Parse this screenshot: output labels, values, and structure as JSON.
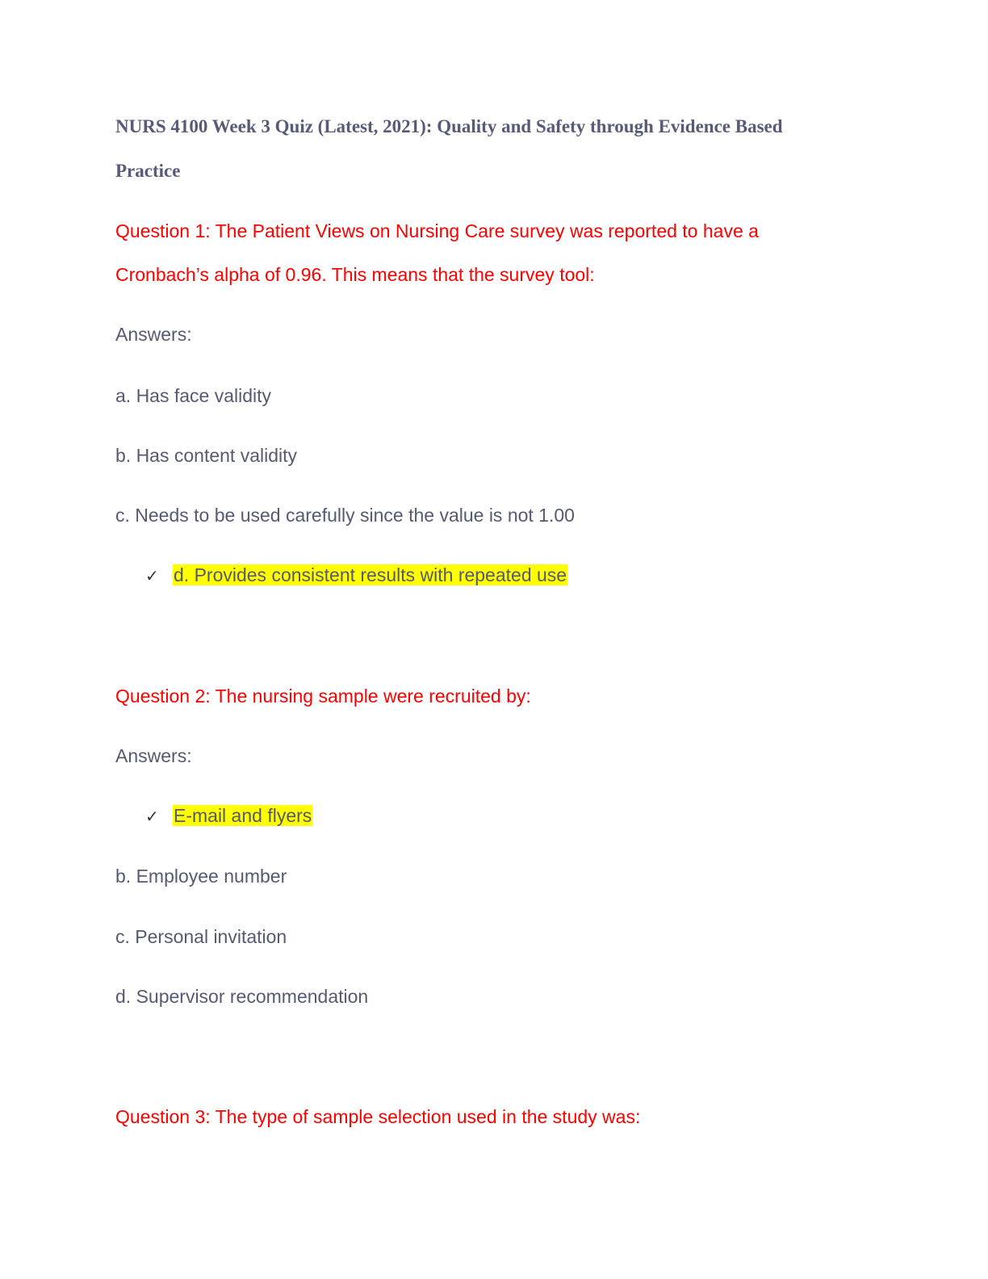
{
  "title": {
    "line1": "NURS 4100 Week 3 Quiz (Latest, 2021): Quality and Safety through Evidence Based",
    "line2": "Practice"
  },
  "question1": {
    "line1": "Question 1: The Patient Views on Nursing Care survey was reported to have a",
    "line2": "Cronbach’s alpha of 0.96. This means that the survey tool:",
    "answers_label": "Answers:",
    "option_a": "a. Has face validity",
    "option_b": "b. Has content validity",
    "option_c": "c. Needs to be used carefully since the value is not 1.00",
    "option_d": "d. Provides consistent results with repeated use",
    "correct_mark": "✓"
  },
  "question2": {
    "line1": "Question 2: The nursing sample were recruited by:",
    "answers_label": "Answers:",
    "option_a": "E-mail and flyers",
    "option_b": "b. Employee number",
    "option_c": "c. Personal invitation",
    "option_d": "d. Supervisor recommendation",
    "correct_mark": "✓"
  },
  "question3": {
    "line1": "Question 3: The type of sample selection used in the study was:"
  },
  "colors": {
    "question": "#ff0000",
    "body": "#555a72",
    "title": "#575a78",
    "highlight": "#ffff00"
  }
}
